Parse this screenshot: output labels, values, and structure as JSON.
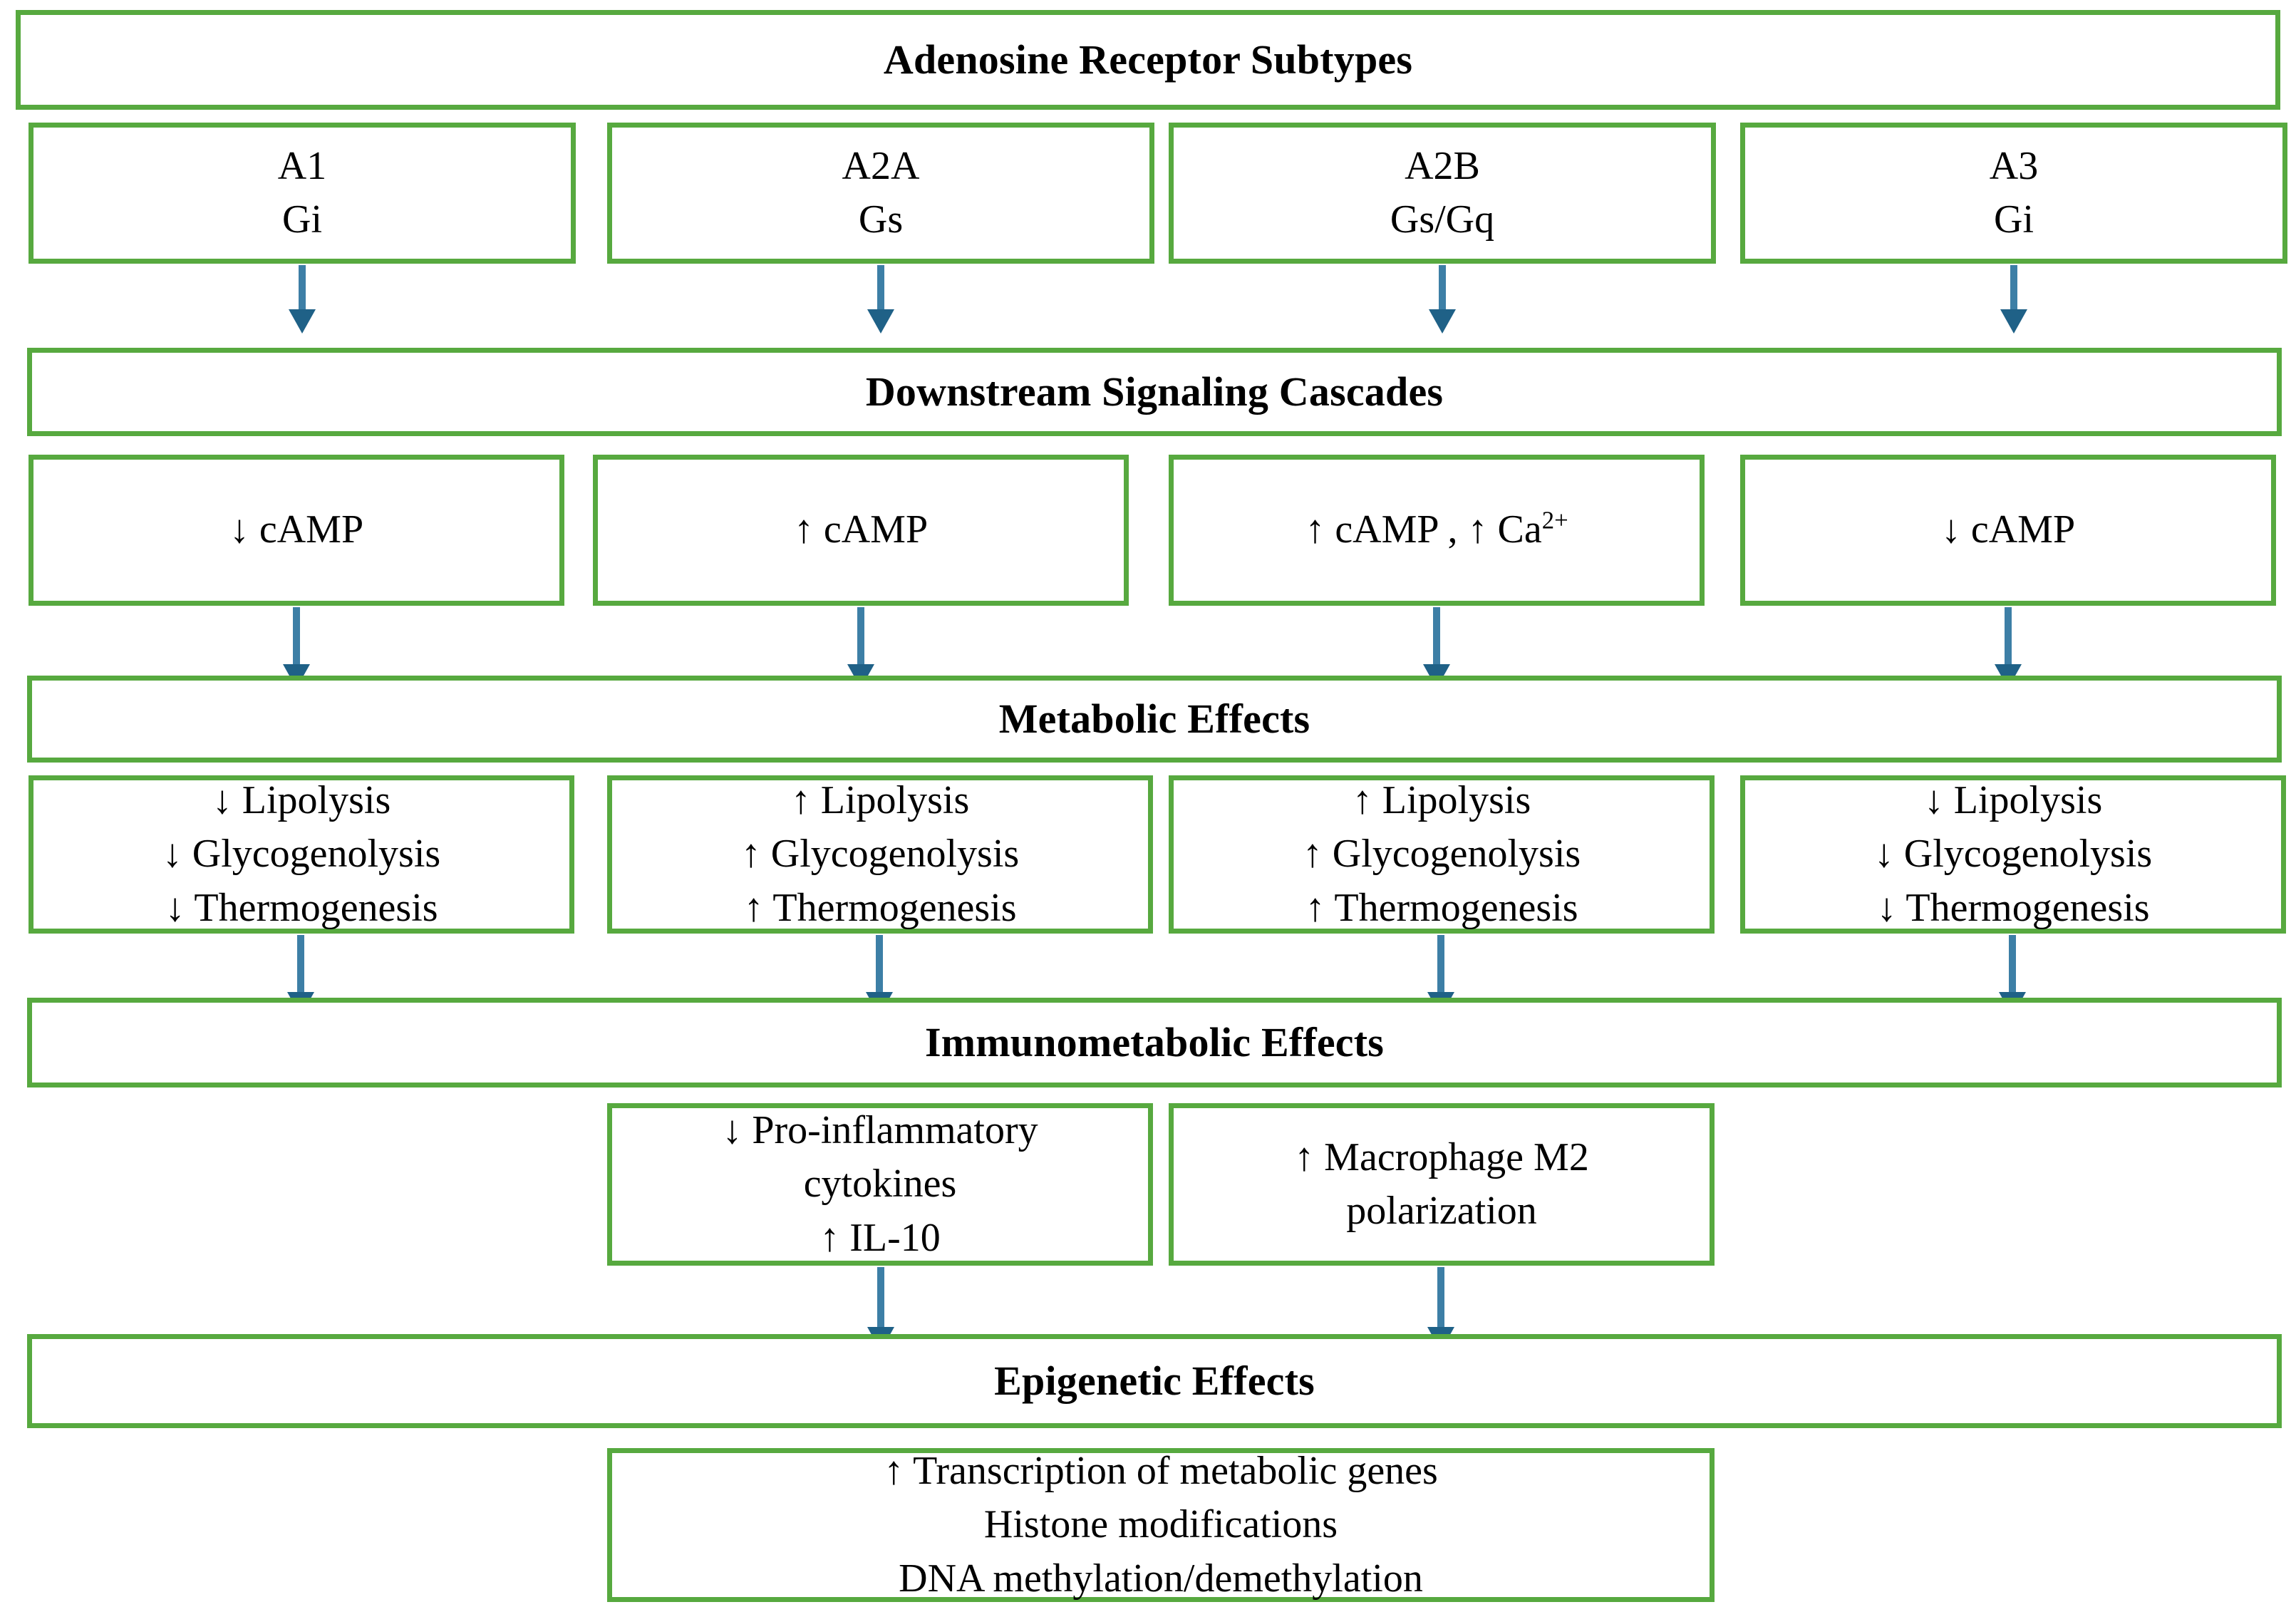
{
  "diagram": {
    "title": "Adenosine Receptor Subtypes Signaling Diagram",
    "accent_color_green": "#57A93F",
    "accent_color_arrow": "#3D7FA6",
    "background": "#FFFFFF"
  },
  "banners": {
    "receptor_subtypes": "Adenosine Receptor Subtypes",
    "downstream_signaling": "Downstream Signaling Cascades",
    "metabolic_effects": "Metabolic Effects",
    "immunometabolic_effects": "Immunometabolic Effects",
    "epigenetic_effects": "Epigenetic Effects"
  },
  "receptors": [
    {
      "name": "A1",
      "g_protein": "Gi"
    },
    {
      "name": "A2A",
      "g_protein": "Gs"
    },
    {
      "name": "A2B",
      "g_protein": "Gs/Gq"
    },
    {
      "name": "A3",
      "g_protein": "Gi"
    }
  ],
  "signaling": [
    {
      "lines": [
        "↓ cAMP"
      ]
    },
    {
      "lines": [
        "↑ cAMP"
      ]
    },
    {
      "lines": [
        "↑ cAMP , ↑ Ca"
      ],
      "superscript": "2+"
    },
    {
      "lines": [
        "↓ cAMP"
      ]
    }
  ],
  "metabolic": [
    {
      "lines": [
        "↓ Lipolysis",
        "↓ Glycogenolysis",
        "↓ Thermogenesis"
      ]
    },
    {
      "lines": [
        "↑ Lipolysis",
        "↑ Glycogenolysis",
        "↑ Thermogenesis"
      ]
    },
    {
      "lines": [
        "↑ Lipolysis",
        "↑ Glycogenolysis",
        "↑ Thermogenesis"
      ]
    },
    {
      "lines": [
        "↓ Lipolysis",
        "↓ Glycogenolysis",
        "↓ Thermogenesis"
      ]
    }
  ],
  "immunometabolic": [
    {
      "lines": [
        "↓ Pro-inflammatory",
        "cytokines",
        "↑ IL-10"
      ]
    },
    {
      "lines": [
        "↑ Macrophage M2",
        "polarization"
      ]
    }
  ],
  "epigenetic": [
    {
      "lines": [
        "↑ Transcription of metabolic genes",
        "Histone modifications",
        "DNA methylation/demethylation"
      ]
    }
  ]
}
